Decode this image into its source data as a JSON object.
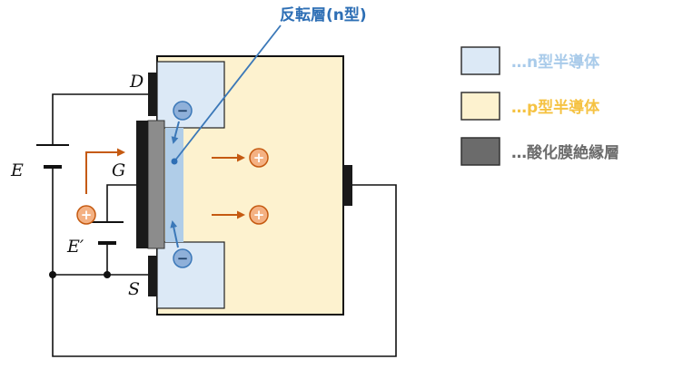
{
  "diagram": {
    "title": "反転層(n型)",
    "labels": {
      "drain": "D",
      "gate": "G",
      "source": "S",
      "battery_main": "E",
      "battery_gate": "E′"
    },
    "symbols": {
      "electron": "−",
      "hole": "+"
    }
  },
  "legend": [
    {
      "text": "…n型半導体",
      "color": "#a9cbea",
      "swatch": "#dce9f6"
    },
    {
      "text": "…p型半導体",
      "color": "#f5c242",
      "swatch": "#fdf2cf"
    },
    {
      "text": "…酸化膜絶縁層",
      "color": "#6b6b6b",
      "swatch": "#6b6b6b"
    }
  ],
  "colors": {
    "n_region": "#dce9f6",
    "p_region": "#fdf2cf",
    "inversion_layer": "#b0cde8",
    "oxide": "#8c8c8c",
    "title": "#2e6fb5",
    "arrow_blue": "#3b78b8",
    "arrow_orange": "#c55a11"
  }
}
